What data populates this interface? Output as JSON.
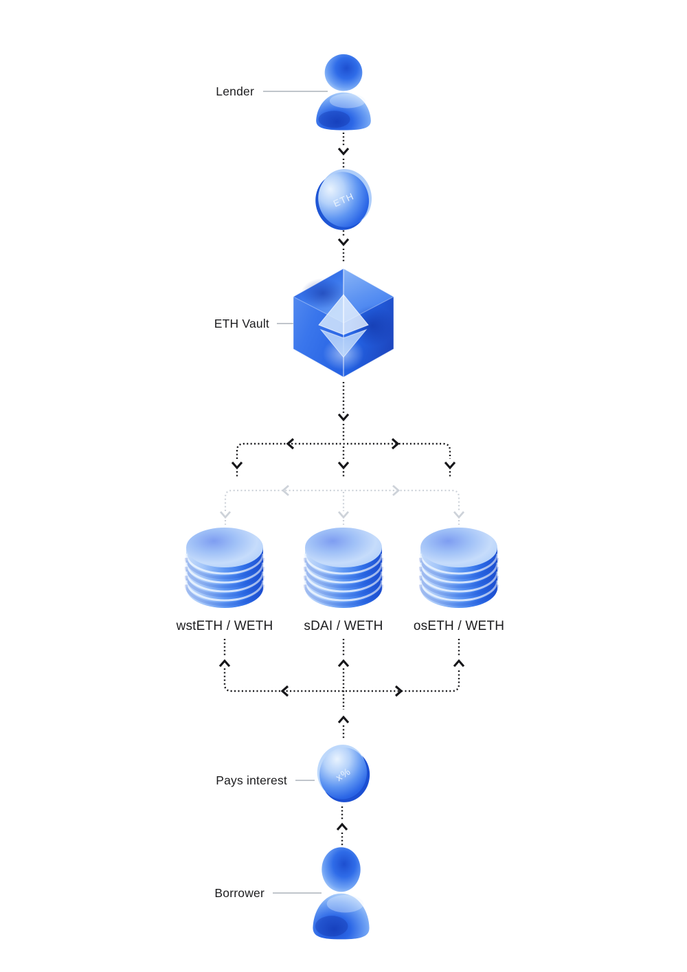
{
  "labels": {
    "lender": "Lender",
    "eth_vault": "ETH Vault",
    "pays_interest": "Pays interest",
    "borrower": "Borrower"
  },
  "coins": {
    "eth": "ETH",
    "interest": "x%"
  },
  "pools": [
    {
      "label": "wstETH / WETH"
    },
    {
      "label": "sDAI / WETH"
    },
    {
      "label": "osETH / WETH"
    }
  ],
  "icons": {
    "lender": "person-icon",
    "eth_coin": "coin-icon",
    "eth_vault": "ethereum-glass-cube-icon",
    "pools": "database-cylinder-icon",
    "interest_coin": "percent-coin-icon",
    "borrower": "person-icon"
  },
  "colors": {
    "background": "#ffffff",
    "primary_blue": "#2f6ee9",
    "deep_blue": "#1c50d2",
    "light_blue": "#a9cbf8",
    "pale_blue": "#dcebfe",
    "connector_black": "#17171a",
    "ghost_gray": "#cdd2d9",
    "leader_gray": "#9aa2ac",
    "text": "#1c1c1e"
  }
}
